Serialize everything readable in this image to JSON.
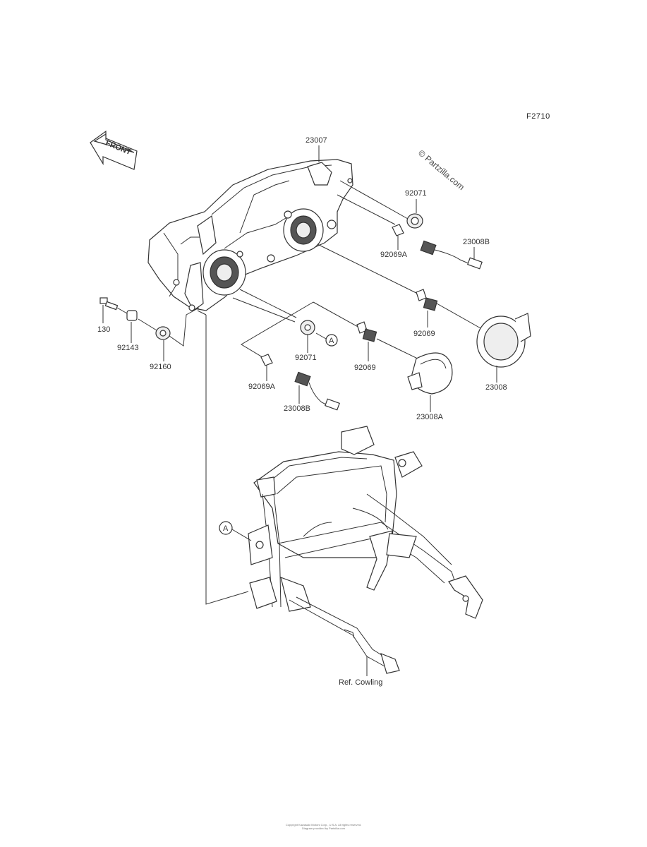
{
  "diagram": {
    "ref_code": "F2710",
    "watermark": "© Partzilla.com",
    "front_label": "FRONT",
    "footer_lines": [
      "Copyright Kawasaki Motors Corp., U.S.A. All rights reserved.",
      "Diagram provided by Partzilla.com"
    ],
    "parts": {
      "p23007": "23007",
      "p92071_top": "92071",
      "p92069A_top": "92069A",
      "p23008B_top": "23008B",
      "p92069_right": "92069",
      "p23008": "23008",
      "p130": "130",
      "p92143": "92143",
      "p92160": "92160",
      "p92071_mid": "92071",
      "p92069_mid": "92069",
      "p23008A": "23008A",
      "p92069A_mid": "92069A",
      "p23008B_mid": "23008B",
      "ref_cowling": "Ref. Cowling"
    },
    "callout_a": "A"
  }
}
